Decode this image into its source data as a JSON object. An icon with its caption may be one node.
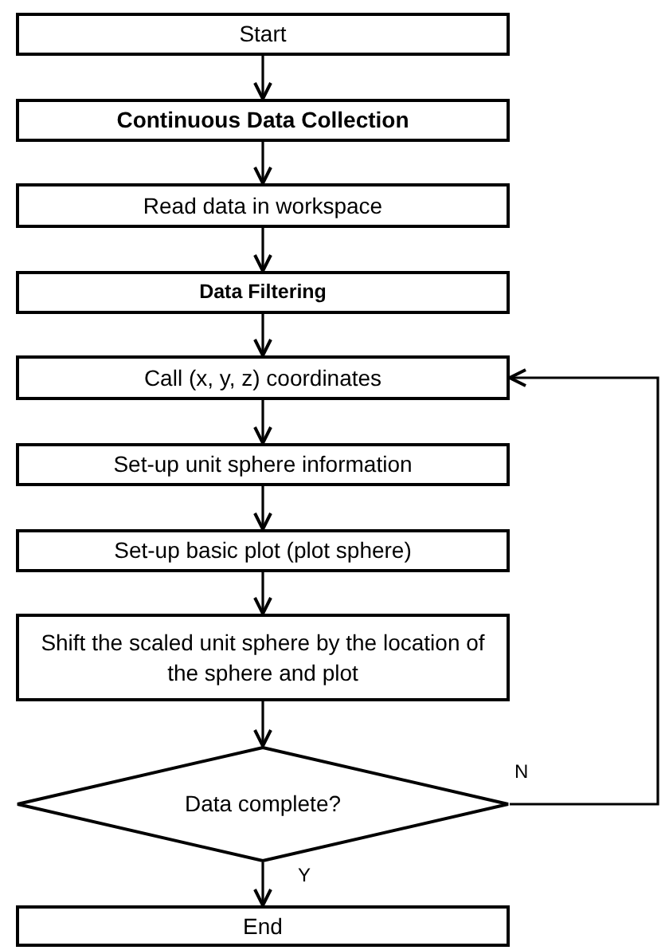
{
  "diagram": {
    "nodes": [
      {
        "text": [
          "Start"
        ]
      },
      {
        "text": [
          "Continuous Data Collection"
        ]
      },
      {
        "text": [
          "Read data in workspace"
        ]
      },
      {
        "text": [
          "Data Filtering"
        ]
      },
      {
        "text": [
          "Call (x, y, z) coordinates"
        ]
      },
      {
        "text": [
          "Set-up unit sphere information"
        ]
      },
      {
        "text": [
          "Set-up basic plot (plot sphere)"
        ]
      },
      {
        "text": [
          "Shift the scaled unit sphere by the location of the sphere and plot"
        ]
      },
      {
        "text": [
          "Data complete?"
        ]
      },
      {
        "text": [
          "End"
        ]
      }
    ],
    "edges": [
      {
        "from": 0,
        "to": 1,
        "arrow": "to"
      },
      {
        "from": 1,
        "to": 2,
        "arrow": "to"
      },
      {
        "from": 2,
        "to": 3,
        "arrow": "to"
      },
      {
        "from": 3,
        "to": 4,
        "arrow": "to"
      },
      {
        "from": 4,
        "to": 5,
        "arrow": "to"
      },
      {
        "from": 5,
        "to": 6,
        "arrow": "to"
      },
      {
        "from": 6,
        "to": 7,
        "arrow": "to"
      },
      {
        "from": 7,
        "to": 8,
        "arrow": "to"
      },
      {
        "from": 8,
        "to": 9,
        "arrow": "to",
        "label": "Y"
      },
      {
        "from": 8,
        "to": 4,
        "arrow": "to",
        "label": "N"
      }
    ]
  }
}
